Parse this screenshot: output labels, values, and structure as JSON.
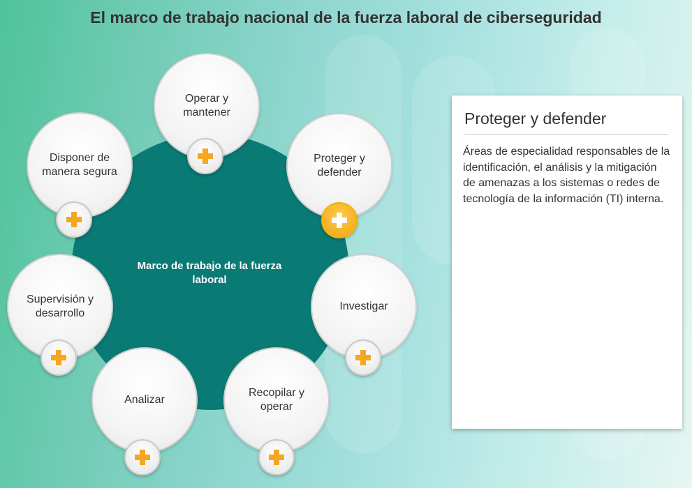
{
  "title": "El marco de trabajo nacional de la fuerza laboral de ciberseguridad",
  "hub_label": "Marco de trabajo de la fuerza laboral",
  "nodes": [
    {
      "label": "Operar y mantener",
      "active": false
    },
    {
      "label": "Proteger y defender",
      "active": true
    },
    {
      "label": "Investigar",
      "active": false
    },
    {
      "label": "Recopilar y operar",
      "active": false
    },
    {
      "label": "Analizar",
      "active": false
    },
    {
      "label": "Supervisión y desarrollo",
      "active": false
    },
    {
      "label": "Disponer de manera segura",
      "active": false
    }
  ],
  "panel": {
    "title": "Proteger y defender",
    "body": "Áreas de especialidad responsables de la identificación, el análisis y la mitigación de amenazas a los sistemas o redes de tecnología de la información (TI) interna."
  },
  "colors": {
    "hub": "#0a7a74",
    "accent": "#f5a623"
  }
}
